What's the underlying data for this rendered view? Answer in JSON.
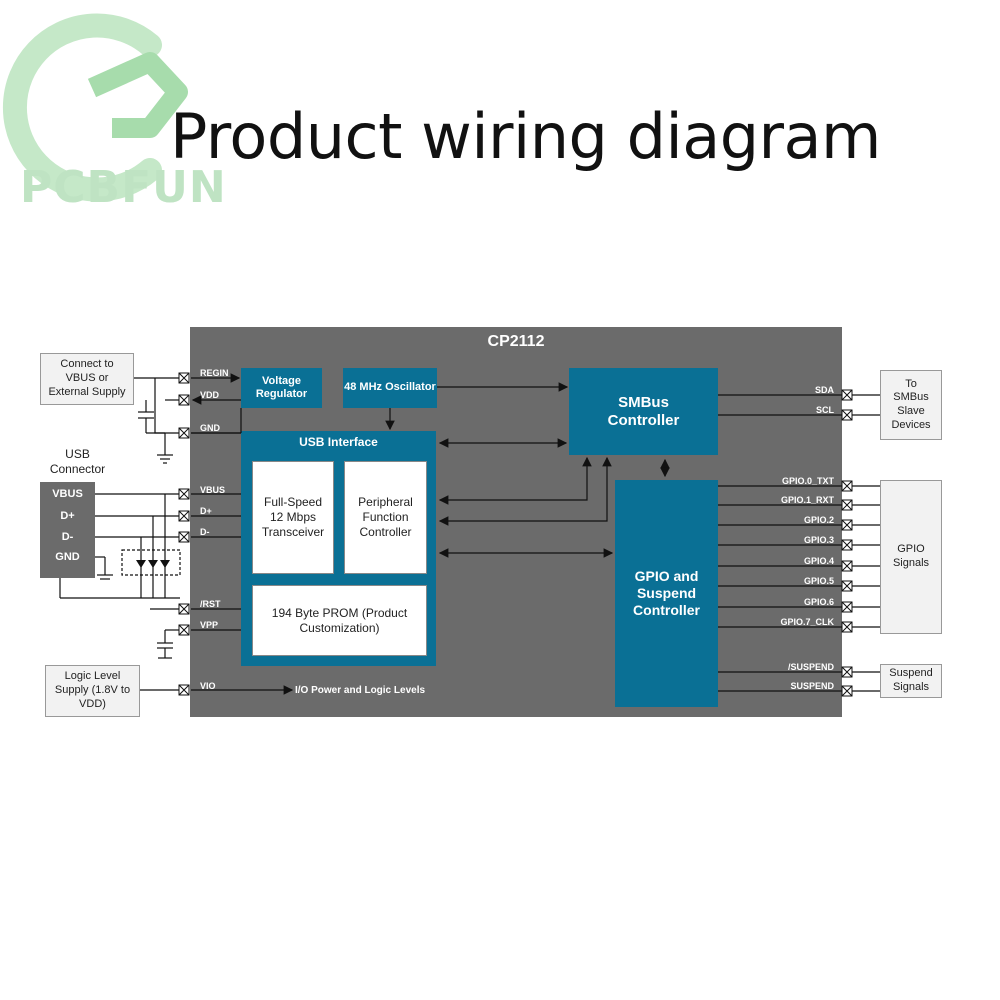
{
  "page_title": "Product wiring diagram",
  "logo_text": "PCBFUN",
  "chip": {
    "name": "CP2112"
  },
  "blocks": {
    "voltage_regulator": "Voltage Regulator",
    "oscillator": "48 MHz Oscillator",
    "smbus_controller": "SMBus Controller",
    "usb_interface": "USB Interface",
    "transceiver": "Full-Speed 12 Mbps Transceiver",
    "peripheral_function": "Peripheral Function Controller",
    "prom": "194 Byte PROM (Product Customization)",
    "gpio_suspend": "GPIO and Suspend Controller"
  },
  "left_pins": [
    "REGIN",
    "VDD",
    "GND",
    "VBUS",
    "D+",
    "D-",
    "/RST",
    "VPP",
    "VIO"
  ],
  "right_pins": [
    "SDA",
    "SCL",
    "GPIO.0_TXT",
    "GPIO.1_RXT",
    "GPIO.2",
    "GPIO.3",
    "GPIO.4",
    "GPIO.5",
    "GPIO.6",
    "GPIO.7_CLK",
    "/SUSPEND",
    "SUSPEND"
  ],
  "io_power_label": "I/O Power and Logic Levels",
  "external": {
    "connect_vbus": "Connect to VBUS or External Supply",
    "usb_connector_title": "USB Connector",
    "usb_pins": [
      "VBUS",
      "D+",
      "D-",
      "GND"
    ],
    "logic_level": "Logic Level Supply (1.8V to VDD)",
    "smbus_slave": "To SMBus Slave Devices",
    "gpio_signals": "GPIO Signals",
    "suspend_signals": "Suspend Signals"
  },
  "colors": {
    "chip": "#6b6b6b",
    "block": "#0a7095",
    "logo": "#7fcf85"
  }
}
